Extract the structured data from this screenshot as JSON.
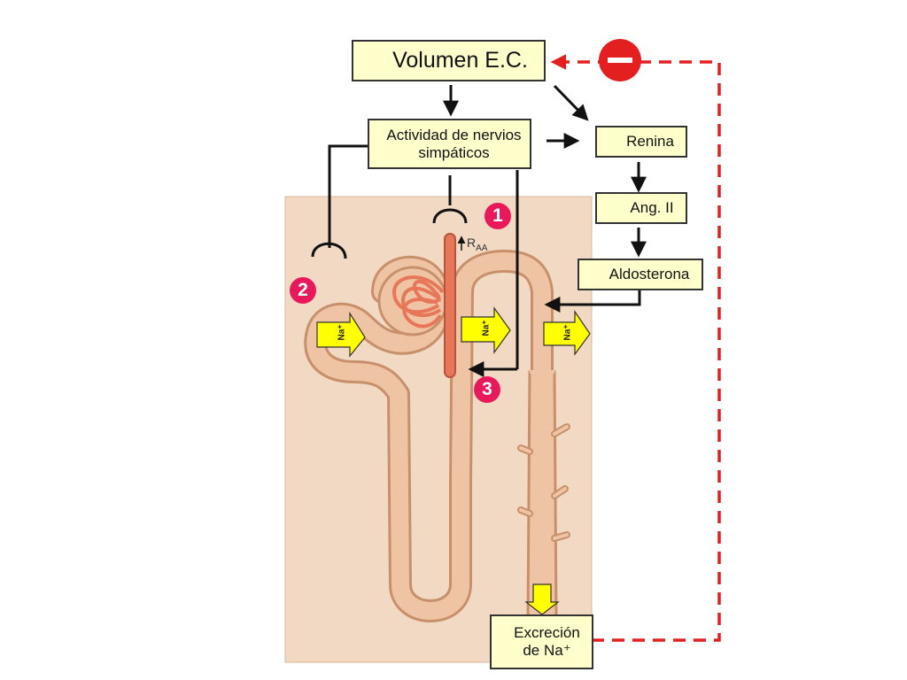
{
  "boxes": {
    "volumen": "Volumen E.C.",
    "actividad": "Actividad de nervios simpáticos",
    "renina": "Renina",
    "ang": "Ang. II",
    "aldosterona": "Aldosterona",
    "excrecion": "Excreción de Na⁺"
  },
  "badges": {
    "one": "1",
    "two": "2",
    "three": "3"
  },
  "labels": {
    "raa": "R",
    "raa_sub": "AA",
    "na": "Na⁺"
  },
  "colors": {
    "kidney_bg": "#f2d9c4",
    "tubule": "#efc4a4",
    "tubule_edge": "#c8906a",
    "vessel": "#e8775a",
    "box_fill": "#ffffcc",
    "badge": "#e8195a",
    "feedback": "#e41f1f",
    "na_arrow": "#ffff00"
  }
}
